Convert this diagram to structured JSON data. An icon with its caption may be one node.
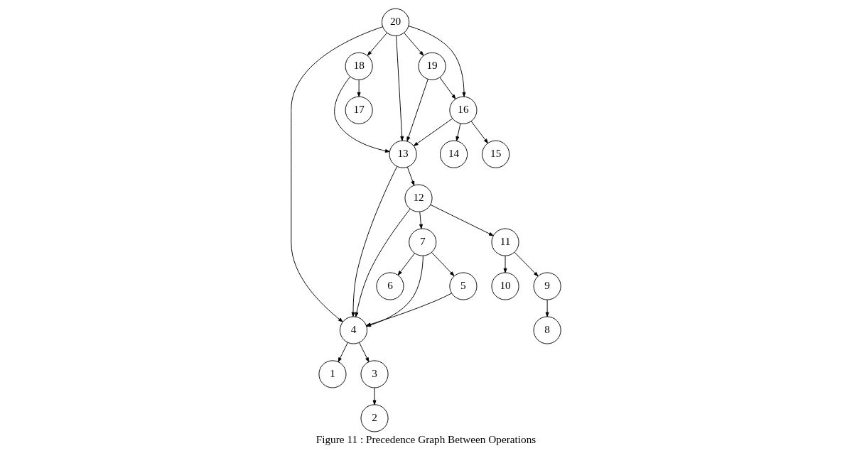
{
  "diagram": {
    "caption": "Figure 11 : Precedence Graph Between Operations",
    "nodes": [
      {
        "text": [
          "20"
        ]
      },
      {
        "text": [
          "4"
        ]
      },
      {
        "text": [
          "13"
        ]
      },
      {
        "text": [
          "16"
        ]
      },
      {
        "text": [
          "18"
        ]
      },
      {
        "text": [
          "19"
        ]
      },
      {
        "text": [
          "1"
        ]
      },
      {
        "text": [
          "3"
        ]
      },
      {
        "text": [
          "12"
        ]
      },
      {
        "text": [
          "14"
        ]
      },
      {
        "text": [
          "15"
        ]
      },
      {
        "text": [
          "17"
        ]
      },
      {
        "text": [
          "2"
        ]
      },
      {
        "text": [
          "7"
        ]
      },
      {
        "text": [
          "11"
        ]
      },
      {
        "text": [
          "5"
        ]
      },
      {
        "text": [
          "6"
        ]
      },
      {
        "text": [
          "9"
        ]
      },
      {
        "text": [
          "10"
        ]
      },
      {
        "text": [
          "8"
        ]
      }
    ],
    "edges": [
      {
        "from": 0,
        "to": 1,
        "arrow": "to"
      },
      {
        "from": 0,
        "to": 2,
        "arrow": "to"
      },
      {
        "from": 0,
        "to": 3,
        "arrow": "to"
      },
      {
        "from": 0,
        "to": 4,
        "arrow": "to"
      },
      {
        "from": 0,
        "to": 5,
        "arrow": "to"
      },
      {
        "from": 2,
        "to": 1,
        "arrow": "to"
      },
      {
        "from": 8,
        "to": 1,
        "arrow": "to"
      },
      {
        "from": 13,
        "to": 1,
        "arrow": "to"
      },
      {
        "from": 15,
        "to": 1,
        "arrow": "to"
      },
      {
        "from": 1,
        "to": 6,
        "arrow": "to"
      },
      {
        "from": 1,
        "to": 7,
        "arrow": "to"
      },
      {
        "from": 7,
        "to": 12,
        "arrow": "to"
      },
      {
        "from": 2,
        "to": 8,
        "arrow": "to"
      },
      {
        "from": 8,
        "to": 13,
        "arrow": "to"
      },
      {
        "from": 8,
        "to": 14,
        "arrow": "to"
      },
      {
        "from": 13,
        "to": 15,
        "arrow": "to"
      },
      {
        "from": 13,
        "to": 16,
        "arrow": "to"
      },
      {
        "from": 14,
        "to": 17,
        "arrow": "to"
      },
      {
        "from": 14,
        "to": 18,
        "arrow": "to"
      },
      {
        "from": 17,
        "to": 19,
        "arrow": "to"
      },
      {
        "from": 3,
        "to": 2,
        "arrow": "to"
      },
      {
        "from": 3,
        "to": 9,
        "arrow": "to"
      },
      {
        "from": 3,
        "to": 10,
        "arrow": "to"
      },
      {
        "from": 4,
        "to": 11,
        "arrow": "to"
      },
      {
        "from": 4,
        "to": 2,
        "arrow": "to"
      },
      {
        "from": 5,
        "to": 2,
        "arrow": "to"
      },
      {
        "from": 5,
        "to": 3,
        "arrow": "to"
      }
    ]
  }
}
